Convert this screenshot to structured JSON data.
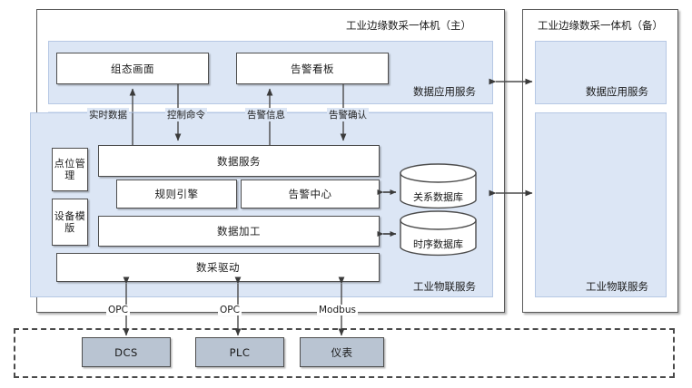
{
  "diagram": {
    "title_master": "工业边缘数采一体机（主）",
    "title_standby": "工业边缘数采一体机（备）",
    "zones": {
      "app_service_master": "数据应用服务",
      "iot_service_master": "工业物联服务",
      "app_service_standby": "数据应用服务",
      "iot_service_standby": "工业物联服务"
    },
    "app_boxes": [
      {
        "label": "组态画面"
      },
      {
        "label": "告警看板"
      }
    ],
    "side_boxes": [
      {
        "label": "点位管理"
      },
      {
        "label": "设备模版"
      }
    ],
    "service_boxes": [
      {
        "label": "数据服务"
      },
      {
        "label": "规则引擎"
      },
      {
        "label": "告警中心"
      },
      {
        "label": "数据加工"
      },
      {
        "label": "数采驱动"
      }
    ],
    "databases": [
      {
        "label": "关系数据库"
      },
      {
        "label": "时序数据库"
      }
    ],
    "flow_labels": [
      {
        "label": "实时数据",
        "direction": "up"
      },
      {
        "label": "控制命令",
        "direction": "down"
      },
      {
        "label": "告警信息",
        "direction": "up"
      },
      {
        "label": "告警确认",
        "direction": "down"
      }
    ],
    "protocol_labels": [
      {
        "label": "OPC"
      },
      {
        "label": "OPC"
      },
      {
        "label": "Modbus"
      }
    ],
    "field_devices": [
      {
        "label": "DCS"
      },
      {
        "label": "PLC"
      },
      {
        "label": "仪表"
      }
    ],
    "colors": {
      "zone_fill": "#dce6f5",
      "zone_stroke": "#b6c8e4",
      "box_stroke": "#4d4d4d",
      "device_fill": "#b9c4d2",
      "panel_stroke": "#5a5a5a",
      "background": "#ffffff"
    }
  }
}
